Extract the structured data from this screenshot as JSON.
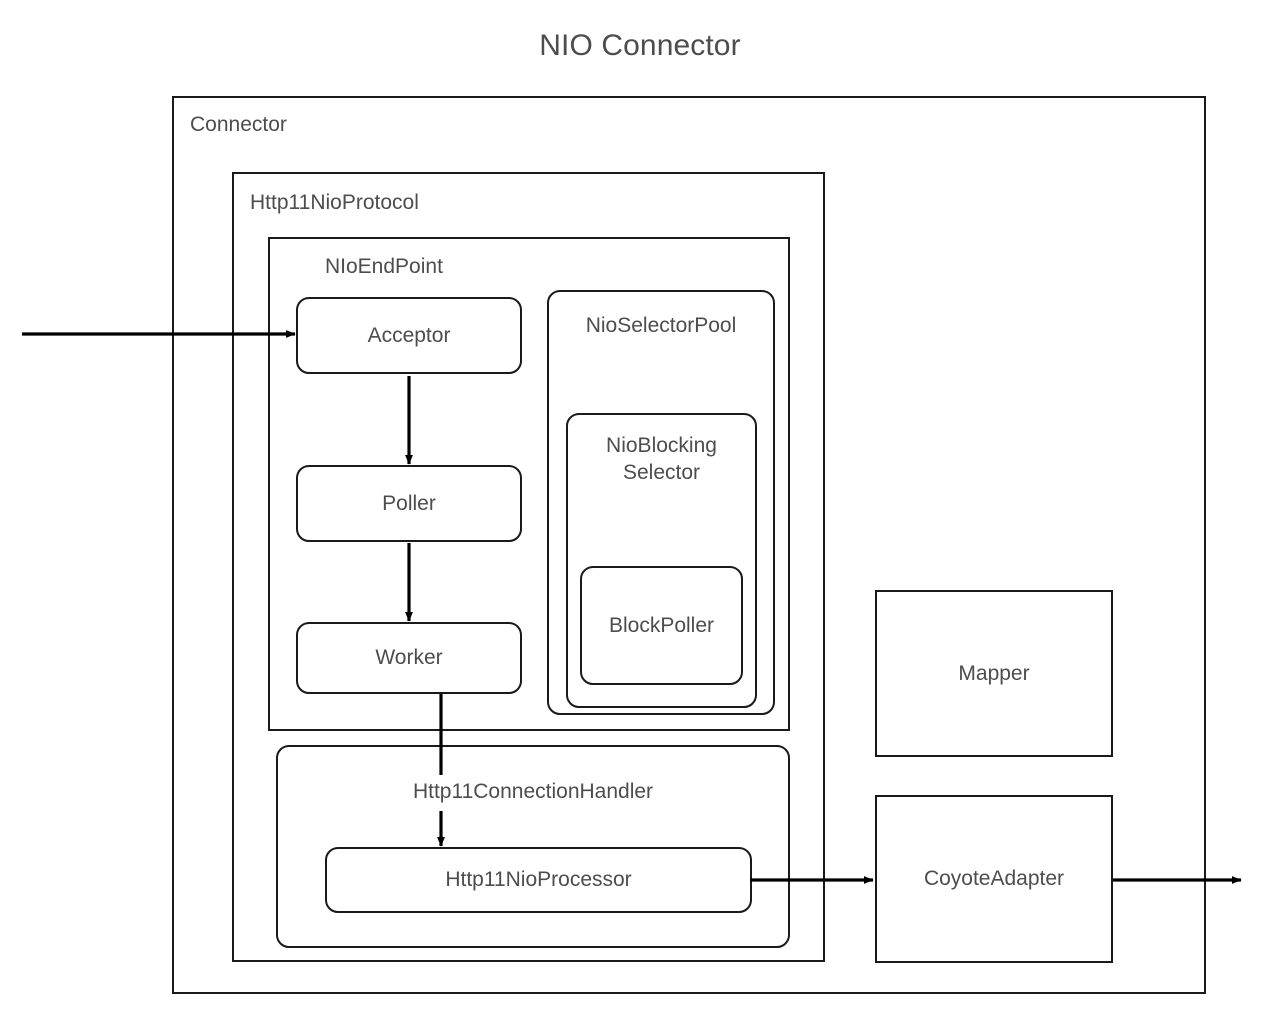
{
  "title": "NIO Connector",
  "colors": {
    "stroke": "#1a1a1a",
    "text": "#4d4d4d",
    "background": "#ffffff"
  },
  "containers": {
    "connector": {
      "label": "Connector"
    },
    "protocol": {
      "label": "Http11NioProtocol"
    },
    "endpoint": {
      "label": "NIoEndPoint"
    }
  },
  "nodes": {
    "acceptor": {
      "label": "Acceptor"
    },
    "poller": {
      "label": "Poller"
    },
    "worker": {
      "label": "Worker"
    },
    "selector_pool": {
      "label": "NioSelectorPool"
    },
    "blocking_selector": {
      "label": "NioBlocking\nSelector"
    },
    "block_poller": {
      "label": "BlockPoller"
    },
    "connection_handler": {
      "label": "Http11ConnectionHandler"
    },
    "processor": {
      "label": "Http11NioProcessor"
    },
    "mapper": {
      "label": "Mapper"
    },
    "coyote_adapter": {
      "label": "CoyoteAdapter"
    }
  },
  "flows": [
    {
      "from": "external-input",
      "to": "acceptor"
    },
    {
      "from": "acceptor",
      "to": "poller"
    },
    {
      "from": "poller",
      "to": "worker"
    },
    {
      "from": "worker",
      "to": "connection-handler"
    },
    {
      "from": "connection-handler",
      "to": "processor"
    },
    {
      "from": "processor",
      "to": "coyote-adapter"
    },
    {
      "from": "coyote-adapter",
      "to": "external-output"
    }
  ]
}
